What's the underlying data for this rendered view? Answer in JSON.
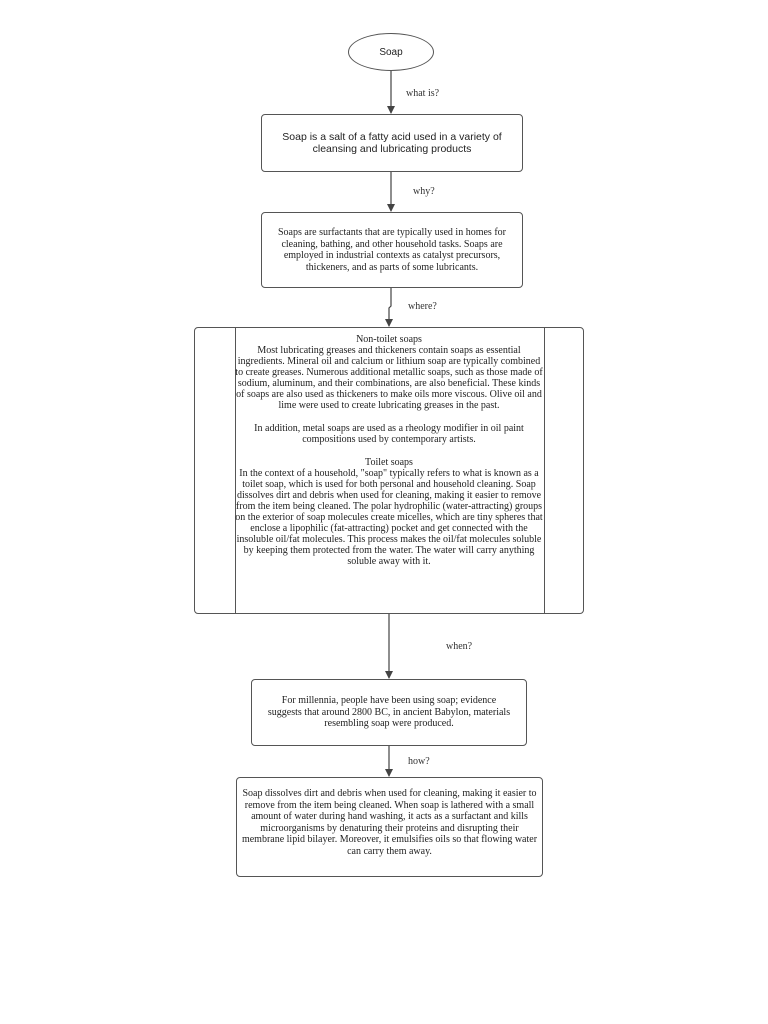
{
  "start": {
    "text": "Soap"
  },
  "edges": {
    "what": "what is?",
    "why": "why?",
    "where": "where?",
    "when": "when?",
    "how": "how?"
  },
  "definition": {
    "text": "Soap is a salt of a fatty acid used in a variety of cleansing and lubricating products"
  },
  "uses": {
    "text": "Soaps are surfactants that are typically used in homes for cleaning, bathing, and other household tasks. Soaps are employed in industrial contexts as catalyst precursors, thickeners, and as parts of some lubricants."
  },
  "where": {
    "heading1": "Non-toilet soaps",
    "para1": "Most lubricating greases and thickeners contain soaps as essential ingredients. Mineral oil and calcium or lithium soap are typically combined to create greases. Numerous additional metallic soaps, such as those made of sodium, aluminum, and their combinations, are also beneficial. These kinds of soaps are also used as thickeners to make oils more viscous. Olive oil and lime were used to create lubricating greases in the past.",
    "para2": "In addition, metal soaps are used as a rheology modifier in oil paint compositions used by contemporary artists.",
    "heading2": "Toilet soaps",
    "para3": "In the context of a household, \"soap\" typically refers to what is known as a toilet soap, which is used for both personal and household cleaning. Soap dissolves dirt and debris when used for cleaning, making it easier to remove from the item being cleaned. The polar hydrophilic (water-attracting) groups on the exterior of soap molecules create micelles, which are tiny spheres that enclose a lipophilic (fat-attracting) pocket and get connected with the insoluble oil/fat molecules. This process makes the oil/fat molecules soluble by keeping them protected from the water. The water will carry anything soluble away with it."
  },
  "history": {
    "text": "For millennia, people have been using soap; evidence suggests that around 2800 BC, in ancient Babylon, materials resembling soap were produced."
  },
  "method": {
    "text": "Soap dissolves dirt and debris when used for cleaning, making it easier to remove from the item being cleaned. When soap is lathered with a small amount of water during hand washing, it acts as a surfactant and kills microorganisms by denaturing their proteins and disrupting their membrane lipid bilayer. Moreover, it emulsifies oils so that flowing water can carry them away."
  }
}
